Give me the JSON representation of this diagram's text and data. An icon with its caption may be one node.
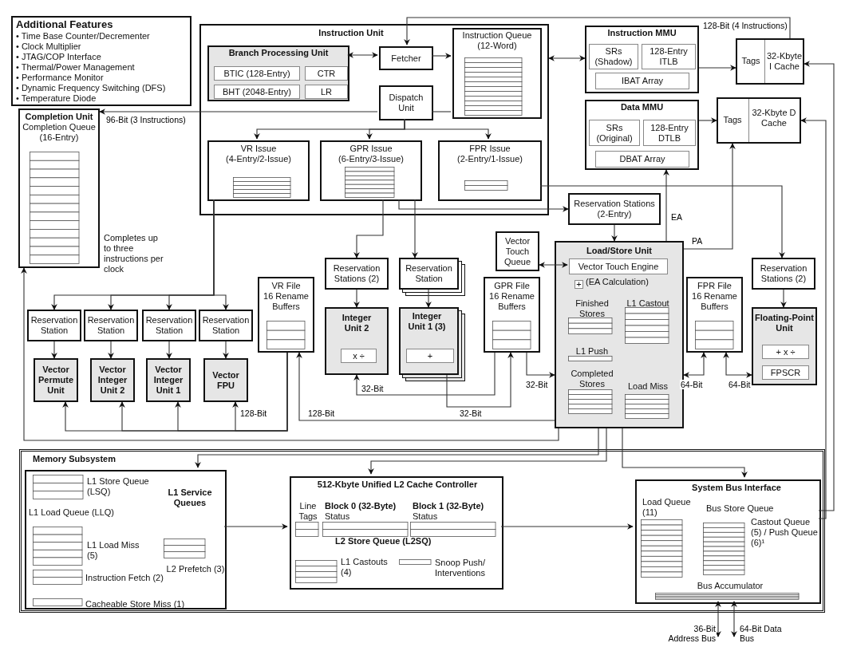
{
  "diagram": {
    "nodes": [
      {
        "text": [
          "Additional Features",
          "• Time Base Counter/Decrementer",
          "• Clock Multiplier",
          "• JTAG/COP Interface",
          "• Thermal/Power Management",
          "• Performance Monitor",
          "• Dynamic Frequency Switching (DFS)",
          "• Temperature Diode"
        ]
      },
      {
        "text": [
          "Instruction Unit"
        ]
      },
      {
        "text": [
          "Branch Processing Unit"
        ],
        "in": 1
      },
      {
        "text": [
          "BTIC (128-Entry)"
        ],
        "in": 2
      },
      {
        "text": [
          "CTR"
        ],
        "in": 2
      },
      {
        "text": [
          "BHT (2048-Entry)"
        ],
        "in": 2
      },
      {
        "text": [
          "LR"
        ],
        "in": 2
      },
      {
        "text": [
          "Fetcher"
        ],
        "in": 1
      },
      {
        "text": [
          "Instruction Queue (12-Word)"
        ],
        "in": 1
      },
      {
        "text": [
          "Dispatch Unit"
        ],
        "in": 1
      },
      {
        "text": [
          "VR Issue (4-Entry/2-Issue)"
        ],
        "in": 1
      },
      {
        "text": [
          "GPR Issue (6-Entry/3-Issue)"
        ],
        "in": 1
      },
      {
        "text": [
          "FPR Issue (2-Entry/1-Issue)"
        ],
        "in": 1
      },
      {
        "text": [
          "Instruction MMU"
        ]
      },
      {
        "text": [
          "SRs (Shadow)"
        ],
        "in": 13
      },
      {
        "text": [
          "128-Entry ITLB"
        ],
        "in": 13
      },
      {
        "text": [
          "IBAT Array"
        ],
        "in": 13
      },
      {
        "text": [
          "Tags",
          "32-Kbyte I Cache"
        ]
      },
      {
        "text": [
          "Data MMU"
        ]
      },
      {
        "text": [
          "SRs (Original)"
        ],
        "in": 18
      },
      {
        "text": [
          "128-Entry DTLB"
        ],
        "in": 18
      },
      {
        "text": [
          "DBAT Array"
        ],
        "in": 18
      },
      {
        "text": [
          "Tags",
          "32-Kbyte D Cache"
        ]
      },
      {
        "text": [
          "Completion Unit",
          "Completion Queue (16-Entry)"
        ],
        "beside": [
          "Completes up to three instructions per clock"
        ]
      },
      {
        "text": [
          "Reservation Stations (2-Entry)"
        ]
      },
      {
        "text": [
          "Reservation Station"
        ]
      },
      {
        "text": [
          "Reservation Station"
        ]
      },
      {
        "text": [
          "Reservation Station"
        ]
      },
      {
        "text": [
          "Reservation Station"
        ]
      },
      {
        "text": [
          "Vector Permute Unit"
        ]
      },
      {
        "text": [
          "Vector Integer Unit 2"
        ]
      },
      {
        "text": [
          "Vector Integer Unit 1"
        ]
      },
      {
        "text": [
          "Vector FPU"
        ]
      },
      {
        "text": [
          "VR File",
          "16 Rename Buffers"
        ]
      },
      {
        "text": [
          "Reservation Stations (2)"
        ]
      },
      {
        "text": [
          "Reservation Station"
        ]
      },
      {
        "text": [
          "Integer Unit 2"
        ]
      },
      {
        "text": [
          "x ÷"
        ],
        "in": 36
      },
      {
        "text": [
          "Integer Unit 1 (3)"
        ]
      },
      {
        "text": [
          "+"
        ],
        "in": 38
      },
      {
        "text": [
          "GPR File",
          "16 Rename Buffers"
        ]
      },
      {
        "text": [
          "Vector Touch Queue"
        ]
      },
      {
        "text": [
          "Load/Store Unit"
        ]
      },
      {
        "text": [
          "Vector Touch Engine"
        ],
        "in": 42
      },
      {
        "text": [
          "+"
        ],
        "in": 42,
        "beside": [
          "(EA Calculation)"
        ]
      },
      {
        "text": [
          "Finished Stores"
        ],
        "in": 42
      },
      {
        "text": [
          "L1 Castout"
        ],
        "in": 42
      },
      {
        "text": [
          "L1 Push"
        ],
        "in": 42
      },
      {
        "text": [
          "Completed Stores"
        ],
        "in": 42
      },
      {
        "text": [
          "Load Miss"
        ],
        "in": 42
      },
      {
        "text": [
          "FPR File",
          "16 Rename Buffers"
        ]
      },
      {
        "text": [
          "Reservation Stations (2)"
        ]
      },
      {
        "text": [
          "Floating-Point Unit"
        ]
      },
      {
        "text": [
          "+ x ÷"
        ],
        "in": 52
      },
      {
        "text": [
          "FPSCR"
        ],
        "in": 52
      },
      {
        "text": [
          "Memory Subsystem"
        ]
      },
      {
        "text": [
          "L1 Service Queues"
        ],
        "in": 55
      },
      {
        "text": [
          "L1 Store Queue (LSQ)"
        ],
        "in": 56
      },
      {
        "text": [
          "L1 Load Miss (5)"
        ],
        "in": 56
      },
      {
        "text": [
          "Instruction Fetch (2)"
        ],
        "in": 56
      },
      {
        "text": [
          "Cacheable Store Miss (1)"
        ],
        "in": 56
      },
      {
        "text": [
          "L2 Prefetch (3)"
        ],
        "in": 56
      },
      {
        "text": [
          "512-Kbyte Unified L2 Cache Controller"
        ],
        "in": 55
      },
      {
        "text": [
          "Line Tags"
        ],
        "in": 62
      },
      {
        "text": [
          "Block 0 (32-Byte)",
          "Status"
        ],
        "in": 62
      },
      {
        "text": [
          "Block 1 (32-Byte)",
          "Status"
        ],
        "in": 62
      },
      {
        "text": [
          "L1 Castouts (4)"
        ],
        "in": 62
      },
      {
        "text": [
          "Snoop Push/ Interventions"
        ],
        "in": 62
      },
      {
        "text": [
          "System Bus Interface"
        ],
        "in": 55
      },
      {
        "text": [
          "Load Queue (11)"
        ],
        "in": 68
      },
      {
        "text": [
          "Bus Store Queue",
          "Castout Queue (5) / Push Queue (6)¹"
        ],
        "in": 68
      },
      {
        "text": [
          "Bus Accumulator"
        ],
        "in": 68
      }
    ],
    "edges": [
      {
        "from": 2,
        "to": 7,
        "arrow": "both"
      },
      {
        "from": 7,
        "to": 8,
        "arrow": "to"
      },
      {
        "from": 1,
        "to": 13,
        "arrow": "both"
      },
      {
        "from": 13,
        "to": 17,
        "arrow": "to"
      },
      {
        "from": 17,
        "to": 7,
        "arrow": "to",
        "label": "128-Bit (4 Instructions)"
      },
      {
        "from": 18,
        "to": 22,
        "arrow": "to"
      },
      {
        "from": 9,
        "to": 23,
        "arrow": "to",
        "label": "96-Bit (3 Instructions)"
      },
      {
        "from": 9,
        "to": 10,
        "arrow": "to"
      },
      {
        "from": 9,
        "to": 11,
        "arrow": "to"
      },
      {
        "from": 9,
        "to": 12,
        "arrow": "to"
      },
      {
        "from": 8,
        "to": 9,
        "arrow": "none"
      },
      {
        "from": 10,
        "to": 25,
        "arrow": "to"
      },
      {
        "from": 10,
        "to": 26,
        "arrow": "to"
      },
      {
        "from": 10,
        "to": 27,
        "arrow": "to"
      },
      {
        "from": 10,
        "to": 28,
        "arrow": "to"
      },
      {
        "from": 11,
        "to": 24,
        "arrow": "to"
      },
      {
        "from": 11,
        "to": 34,
        "arrow": "to"
      },
      {
        "from": 11,
        "to": 35,
        "arrow": "to"
      },
      {
        "from": 12,
        "to": 51,
        "arrow": "to"
      },
      {
        "from": 25,
        "to": 29,
        "arrow": "to"
      },
      {
        "from": 26,
        "to": 30,
        "arrow": "to"
      },
      {
        "from": 27,
        "to": 31,
        "arrow": "to"
      },
      {
        "from": 28,
        "to": 32,
        "arrow": "to"
      },
      {
        "from": 34,
        "to": 36,
        "arrow": "to"
      },
      {
        "from": 35,
        "to": 38,
        "arrow": "to"
      },
      {
        "from": 24,
        "to": 42,
        "arrow": "to"
      },
      {
        "from": 51,
        "to": 52,
        "arrow": "to"
      },
      {
        "from": 33,
        "to": 29,
        "arrow": "to"
      },
      {
        "from": 33,
        "to": 30,
        "arrow": "to"
      },
      {
        "from": 33,
        "to": 31,
        "arrow": "to"
      },
      {
        "from": 33,
        "to": 32,
        "arrow": "to",
        "label": "128-Bit"
      },
      {
        "from": 42,
        "to": 33,
        "arrow": "to",
        "label": "128-Bit"
      },
      {
        "from": 40,
        "to": 36,
        "arrow": "to",
        "label": "32-Bit"
      },
      {
        "from": 38,
        "to": 40,
        "arrow": "to",
        "label": "32-Bit"
      },
      {
        "from": 40,
        "to": 42,
        "arrow": "to",
        "label": "32-Bit"
      },
      {
        "from": 42,
        "to": 50,
        "arrow": "both",
        "label": "64-Bit"
      },
      {
        "from": 50,
        "to": 52,
        "arrow": "both",
        "label": "64-Bit"
      },
      {
        "from": 41,
        "to": 43,
        "arrow": "both"
      },
      {
        "from": 42,
        "to": 18,
        "arrow": "to",
        "label": "EA"
      },
      {
        "from": 42,
        "to": 22,
        "arrow": "to",
        "label": "PA"
      },
      {
        "from": 42,
        "to": 23,
        "arrow": "to"
      },
      {
        "from": 42,
        "to": 56,
        "arrow": "to"
      },
      {
        "from": 42,
        "to": 62,
        "arrow": "to"
      },
      {
        "from": 42,
        "to": 68,
        "arrow": "to"
      },
      {
        "from": 56,
        "to": 62,
        "arrow": "to"
      },
      {
        "from": 62,
        "to": 68,
        "arrow": "to"
      },
      {
        "from": 68,
        "to": null,
        "arrow": "both",
        "label": "36-Bit Address Bus"
      },
      {
        "from": 68,
        "to": null,
        "arrow": "both",
        "label": "64-Bit Data Bus"
      },
      {
        "from": 68,
        "to": 17,
        "arrow": "to"
      },
      {
        "from": 68,
        "to": 22,
        "arrow": "to"
      }
    ],
    "labels": [
      "L1 Load Queue (LLQ)",
      "L2 Store Queue (L2SQ)"
    ]
  }
}
